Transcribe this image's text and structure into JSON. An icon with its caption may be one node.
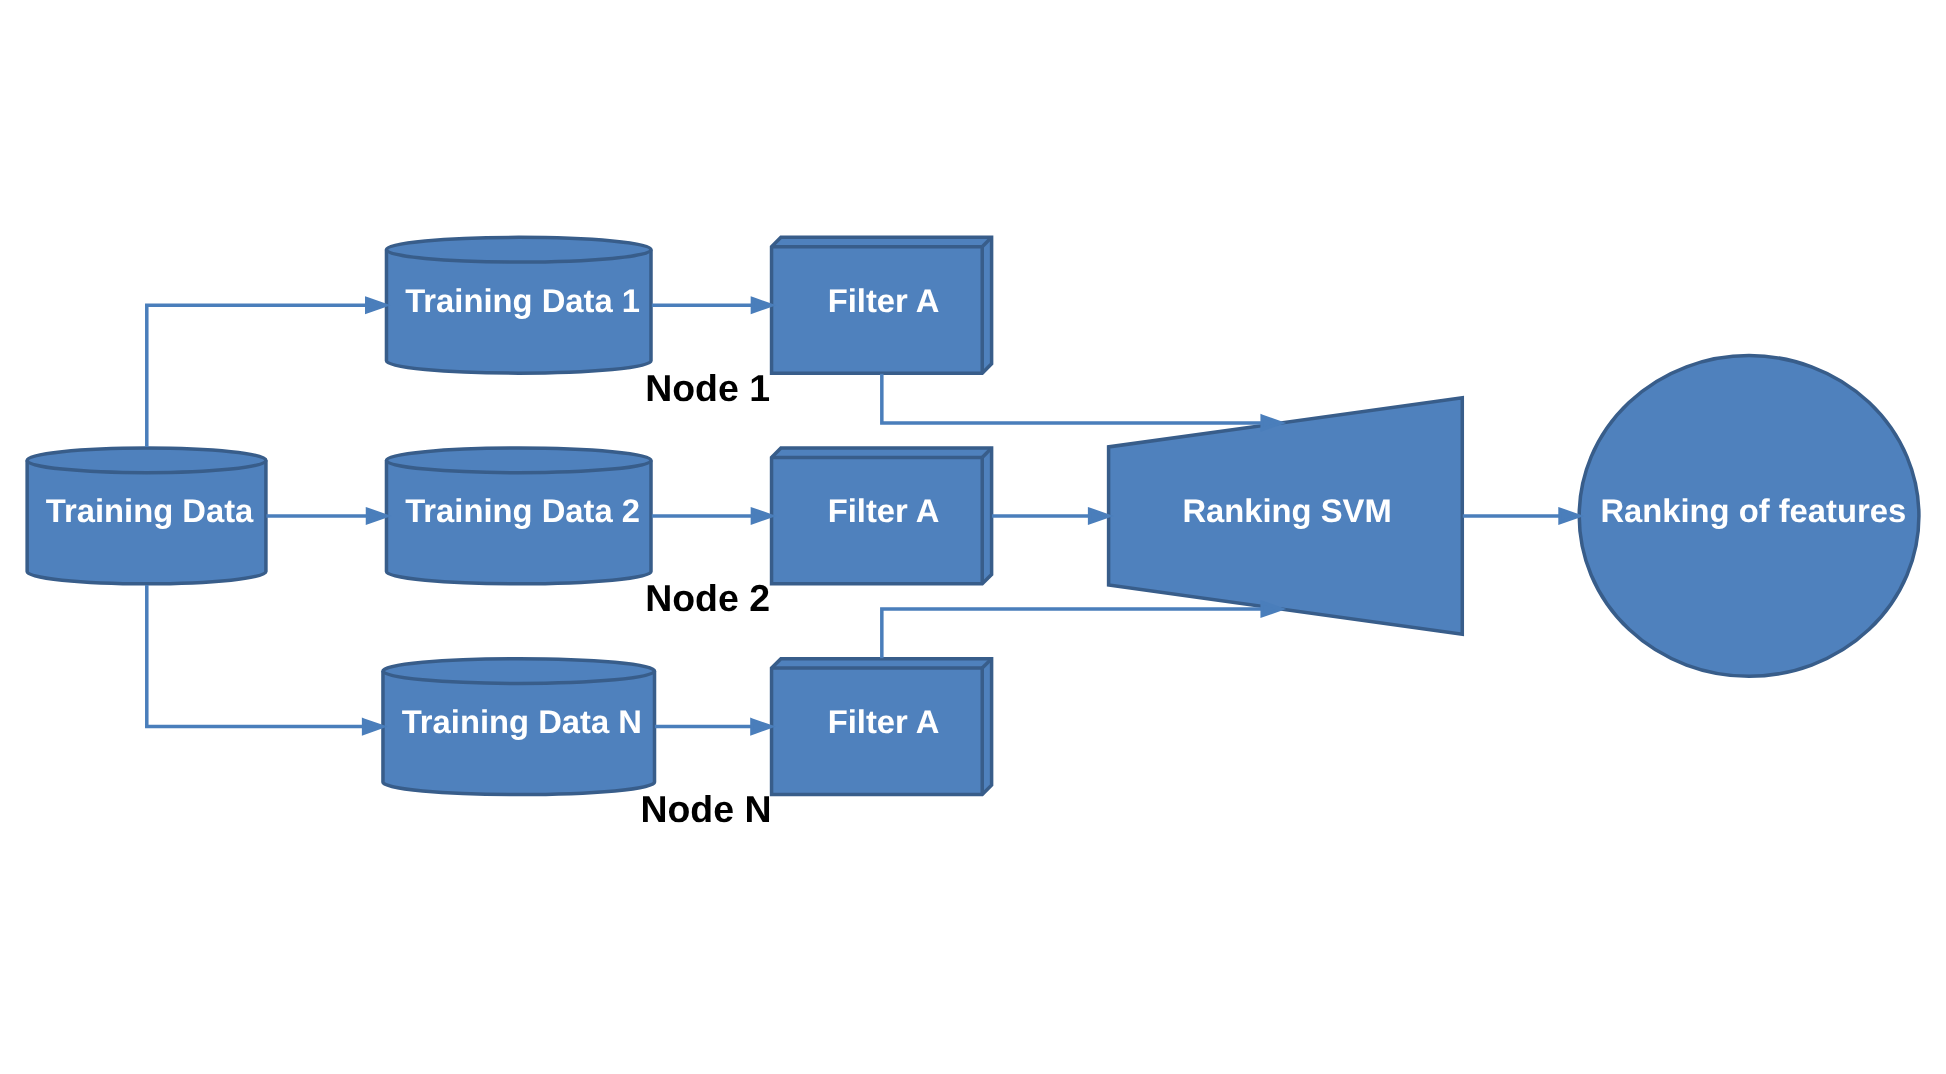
{
  "diagram": {
    "nodes": [
      {
        "text": [
          "Training Data"
        ]
      },
      {
        "text": [
          "Training Data 1"
        ]
      },
      {
        "text": [
          "Training Data 2"
        ]
      },
      {
        "text": [
          "Training Data N"
        ]
      },
      {
        "text": [
          "Filter A"
        ],
        "beside": [
          "Node 1"
        ]
      },
      {
        "text": [
          "Filter A"
        ],
        "beside": [
          "Node 2"
        ]
      },
      {
        "text": [
          "Filter A"
        ],
        "beside": [
          "Node N"
        ]
      },
      {
        "text": [
          "Ranking SVM"
        ]
      },
      {
        "text": [
          "Ranking of features"
        ]
      }
    ],
    "edges": [
      {
        "from": 0,
        "to": 1,
        "arrow": "to"
      },
      {
        "from": 0,
        "to": 2,
        "arrow": "to"
      },
      {
        "from": 0,
        "to": 3,
        "arrow": "to"
      },
      {
        "from": 1,
        "to": 4,
        "arrow": "to"
      },
      {
        "from": 2,
        "to": 5,
        "arrow": "to"
      },
      {
        "from": 3,
        "to": 6,
        "arrow": "to"
      },
      {
        "from": 4,
        "to": 7,
        "arrow": "to"
      },
      {
        "from": 5,
        "to": 7,
        "arrow": "to"
      },
      {
        "from": 6,
        "to": 7,
        "arrow": "to"
      },
      {
        "from": 7,
        "to": 8,
        "arrow": "to"
      }
    ]
  }
}
